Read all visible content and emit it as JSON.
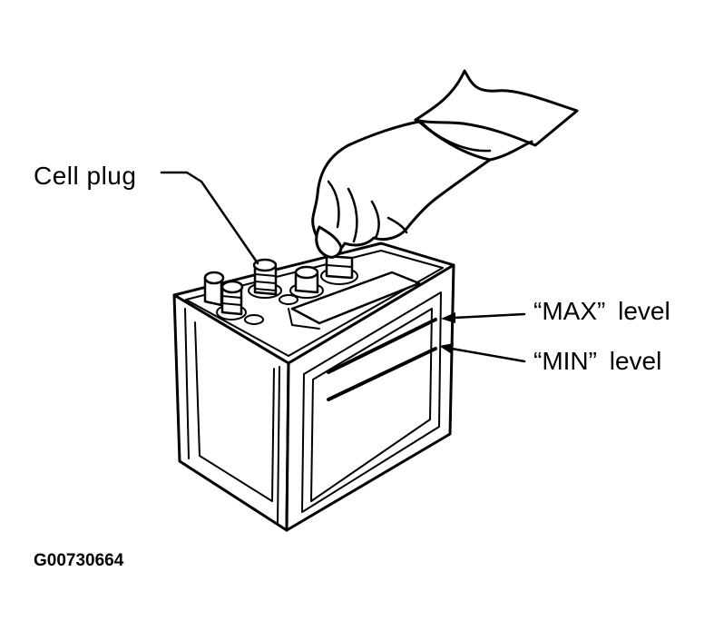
{
  "labels": {
    "cell_plug": "Cell plug",
    "max_level": "“MAX” level",
    "min_level": "“MIN” level",
    "figure_code": "G00730664"
  },
  "colors": {
    "ink": "#000000",
    "background": "#ffffff"
  }
}
